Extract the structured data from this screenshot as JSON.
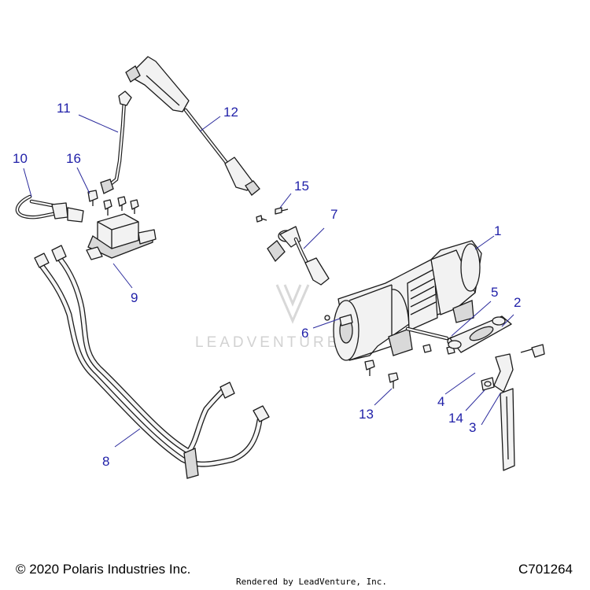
{
  "watermark": {
    "text": "LEADVENTURE"
  },
  "callouts": [
    {
      "id": "1",
      "label": "1"
    },
    {
      "id": "2",
      "label": "2"
    },
    {
      "id": "3",
      "label": "3"
    },
    {
      "id": "4",
      "label": "4"
    },
    {
      "id": "5",
      "label": "5"
    },
    {
      "id": "6",
      "label": "6"
    },
    {
      "id": "7",
      "label": "7"
    },
    {
      "id": "8",
      "label": "8"
    },
    {
      "id": "9",
      "label": "9"
    },
    {
      "id": "10",
      "label": "10"
    },
    {
      "id": "11",
      "label": "11"
    },
    {
      "id": "12",
      "label": "12"
    },
    {
      "id": "13",
      "label": "13"
    },
    {
      "id": "14",
      "label": "14"
    },
    {
      "id": "15",
      "label": "15"
    },
    {
      "id": "16",
      "label": "16"
    }
  ],
  "footer": {
    "copyright": "© 2020 Polaris Industries Inc.",
    "rendered_by": "Rendered by LeadVenture, Inc.",
    "diagram_code": "C701264"
  },
  "colors": {
    "callout": "#1f1fa8",
    "line_art": "#1a1a1a",
    "watermark": "#d2d2d2"
  }
}
